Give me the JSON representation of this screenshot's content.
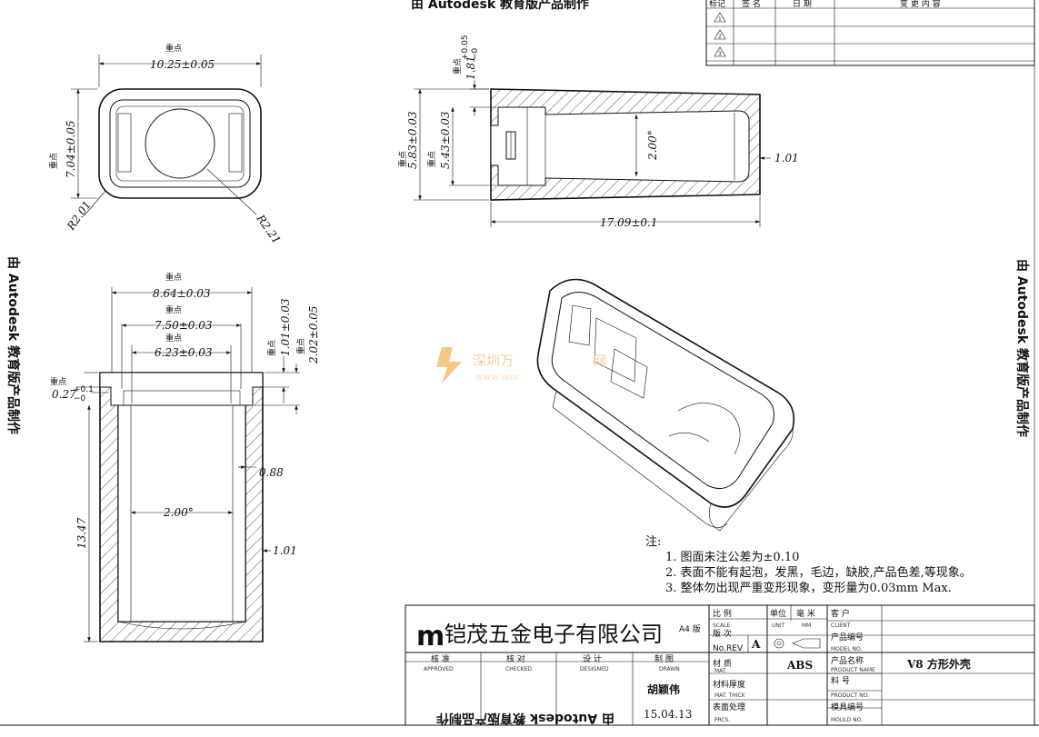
{
  "watermarks": {
    "top": "由 Autodesk 教育版产品制作",
    "right": "由 Autodesk 教育版产品制作",
    "left": "由 Autodesk 教育版产品制作",
    "bottom": "由 Autodesk 教育版产品制作"
  },
  "revision_table": {
    "headers": [
      "标记",
      "签 名",
      "日 期",
      "变 更 内 容"
    ],
    "rows": [
      "1",
      "2",
      "3"
    ]
  },
  "key_label": "重点",
  "top_view": {
    "width": "10.25±0.05",
    "height": "7.04±0.05",
    "radius_outer": "R2.01",
    "radius_inner": "R2.21"
  },
  "side_view": {
    "tol_upper": "+0.05",
    "tol_lower": "−0",
    "depth": "1.81",
    "outer_height": "5.83±0.03",
    "inner_height": "5.43±0.03",
    "draft": "2.00°",
    "wall": "1.01",
    "length": "17.09±0.1"
  },
  "section_view": {
    "outer_width": "8.64±0.03",
    "mid_width": "7.50±0.03",
    "inner_width": "6.23±0.03",
    "step_depth": "1.01±0.03",
    "top_depth": "2.02±0.05",
    "lip": "0.27",
    "lip_tol_upper": "+0.1",
    "lip_tol_lower": "−0",
    "height": "13.47",
    "rib": "0.88",
    "draft": "2.00°",
    "wall": "1.01"
  },
  "site_watermark": {
    "name": "深圳万",
    "suffix": "网",
    "url": "www.wor"
  },
  "notes": {
    "title": "注:",
    "items": [
      "1. 图面未注公差为±0.10",
      "2. 表面不能有起泡，发黑，毛边，缺胶,产品色差,等现象。",
      "3. 整体勿出现严重变形现象，变形量为0.03mm Max."
    ]
  },
  "title_block": {
    "company_logo": "m",
    "company": "铠茂五金电子有限公司",
    "paper": "A4 版",
    "scale_cn": "比 例",
    "scale_en": "SCALE",
    "rev_cn": "版 次",
    "rev_en": "No.REV",
    "rev_value": "A",
    "unit_cn": "单位",
    "unit_en": "UNIT",
    "unit_value_cn": "毫 米",
    "unit_value_en": "MM",
    "client_cn": "客 户",
    "client_en": "CLIENT",
    "model_cn": "产品编号",
    "model_en": "MODEL NO.",
    "approved_cn": "核 准",
    "approved_en": "APPROVED",
    "checked_cn": "核 对",
    "checked_en": "CHECKED",
    "designed_cn": "设 计",
    "designed_en": "DESIGNED",
    "drawn_cn": "制 图",
    "drawn_en": "DRAWN",
    "drawn_by": "胡颖伟",
    "date": "15.04.13",
    "mat_cn": "材 质",
    "mat_en": "MAT.",
    "mat_value": "ABS",
    "thick_cn": "材料厚度",
    "thick_en": "MAT. THICK",
    "finish_cn": "表面处理",
    "finish_en": "PRCS.",
    "name_cn": "产品名称",
    "name_en": "PRODUCT NAME",
    "name_value": "V8 方形外壳",
    "part_cn": "料 号",
    "part_en": "PRODUCT NO.",
    "mould_cn": "模具编号",
    "mould_en": "MOULD NO."
  }
}
